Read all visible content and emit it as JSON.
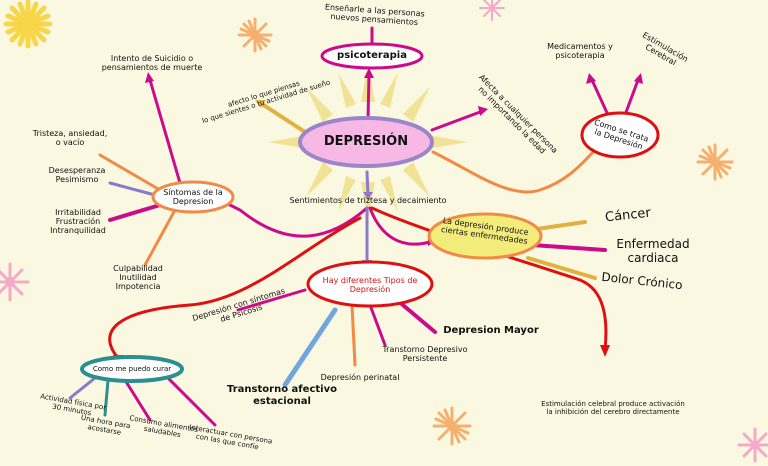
{
  "center": "DEPRESIÓN",
  "psicoterapia": {
    "label": "psicoterapia",
    "note": "Enseñarle a las personas\nnuevos pensamientos"
  },
  "afecta": "afecto lo que piensas\nlo que sientes o tu actividad de sueño",
  "afecta_cualquier": "Afecta a cualquier persona\nno importando la edad",
  "tratamiento": {
    "label": "Como se trata\nla Depresión",
    "items": [
      "Medicamentos y\npsicoterapia",
      "Estimulación\nCerebral"
    ]
  },
  "sintomas": {
    "label": "Síntomas de la\nDepresion",
    "items": [
      "Intento de Suicidio o\npensamientos de muerte",
      "Tristeza, ansiedad,\no vacío",
      "Desesperanza\nPesimismo",
      "Irritabilidad\nFrustración\nIntranquilidad",
      "Culpabilidad\nInutilidad\nImpotencia"
    ]
  },
  "sentimientos": "Sentimientos de triztesa y decaimiento",
  "enfermedades": {
    "label": "La depresión produce\nciertas enfermedades",
    "items": [
      "Cáncer",
      "Enfermedad\ncardiaca",
      "Dolor Crónico"
    ]
  },
  "tipos": {
    "label": "Hay diferentes Tipos de\nDepresión",
    "items": [
      "Depresión con síntomas\nde Psicosis",
      "Depresion Mayor",
      "Transtorno Depresivo\nPersistente",
      "Depresión perinatal",
      "Transtorno afectivo\nestacional"
    ]
  },
  "estimulacion": "Estimulación celebral produce activación\nla inhibición del cerebro directamente",
  "curar": {
    "label": "Como me puedo curar",
    "items": [
      "Actividad física por\n30 minutos",
      "Una hora para\nacostarse",
      "Consumo alimentos\nsaludables",
      "Interactuar con persona\ncon las que confíe"
    ]
  },
  "colors": {
    "background": "#fbf8e1",
    "center_fill": "#f7b8e6",
    "center_border": "#9a86c9",
    "magenta": "#cc0a8c",
    "orange": "#f08a45",
    "red": "#dd1111",
    "yellow": "#f3ec7a",
    "teal": "#2a8f8f",
    "star_orange": "#f5b070",
    "star_pink": "#f5a9c9",
    "star_yellow": "#f8d64a"
  }
}
